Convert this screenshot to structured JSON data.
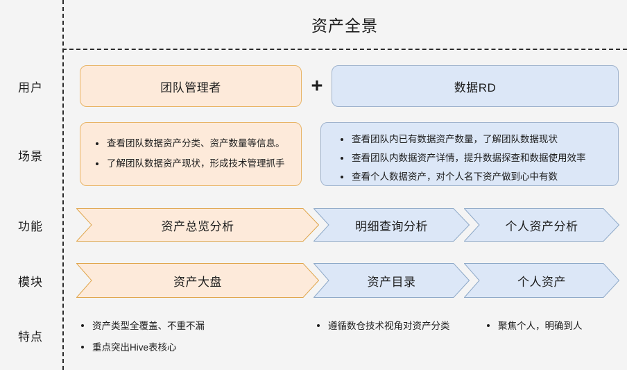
{
  "page": {
    "title": "资产全景",
    "background_color": "#f4f4f4"
  },
  "colors": {
    "orange_fill": "#fdeada",
    "orange_border": "#e8b465",
    "blue_fill": "#dce7f7",
    "blue_border": "#9fb3cd",
    "text": "#1d1d1d",
    "guide_line": "#2b2b2b"
  },
  "row_labels": {
    "user": "用户",
    "scene": "场景",
    "function": "功能",
    "module": "模块",
    "feature": "特点"
  },
  "user_row": {
    "left_label": "团队管理者",
    "separator": "+",
    "right_label": "数据RD"
  },
  "scene_row": {
    "left_bullets": [
      "查看团队数据资产分类、资产数量等信息。",
      "了解团队数据资产现状，形成技术管理抓手"
    ],
    "right_bullets": [
      "查看团队内已有数据资产数量，了解团队数据现状",
      "查看团队内数据资产详情，提升数据探查和数据使用效率",
      "查看个人数据资产，对个人名下资产做到心中有数"
    ]
  },
  "function_row": {
    "items": [
      {
        "label": "资产总览分析",
        "color": "orange"
      },
      {
        "label": "明细查询分析",
        "color": "blue"
      },
      {
        "label": "个人资产分析",
        "color": "blue"
      }
    ]
  },
  "module_row": {
    "items": [
      {
        "label": "资产大盘",
        "color": "orange"
      },
      {
        "label": "资产目录",
        "color": "blue"
      },
      {
        "label": "个人资产",
        "color": "blue"
      }
    ]
  },
  "feature_row": {
    "group_1": [
      "资产类型全覆盖、不重不漏",
      "重点突出Hive表核心"
    ],
    "group_2": [
      "遵循数仓技术视角对资产分类"
    ],
    "group_3": [
      "聚焦个人，明确到人"
    ]
  }
}
